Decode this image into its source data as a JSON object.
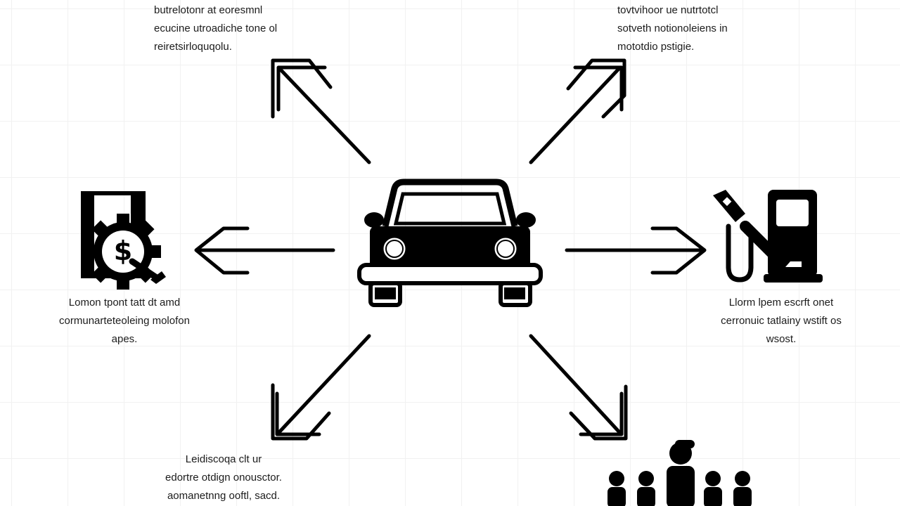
{
  "diagram": {
    "center": {
      "icon": "car-icon"
    },
    "nodes": [
      {
        "id": "top-left",
        "icon": "",
        "caption": [
          "butrelotonr at eoresmnl",
          "ecucine utroadiche tone ol",
          "reiretsirloquqolu."
        ]
      },
      {
        "id": "top-right",
        "icon": "",
        "caption": [
          "tovtvihoor ue nutrtotcl",
          "sotveth notionoleiens in",
          "mototdio pstigie."
        ]
      },
      {
        "id": "left",
        "icon": "money-gear-icon",
        "caption": [
          "Lomon tpont tatt dt amd",
          "cormunarteteoleing molofon",
          "apes."
        ]
      },
      {
        "id": "right",
        "icon": "fuel-repair-icon",
        "caption": [
          "Llorm lpem escrft onet",
          "cerronuic tatlainy wstift os",
          "wsost."
        ]
      },
      {
        "id": "bottom-left",
        "icon": "",
        "caption": [
          "Leidiscoqa clt ur",
          "edortre otdign onousctor.",
          "aomanetnng ooftl, sacd."
        ]
      },
      {
        "id": "bottom-right",
        "icon": "people-group-icon",
        "caption": []
      }
    ],
    "colors": {
      "ink": "#000000",
      "text": "#1c1c1c",
      "grid": "#f1f1f1"
    }
  }
}
